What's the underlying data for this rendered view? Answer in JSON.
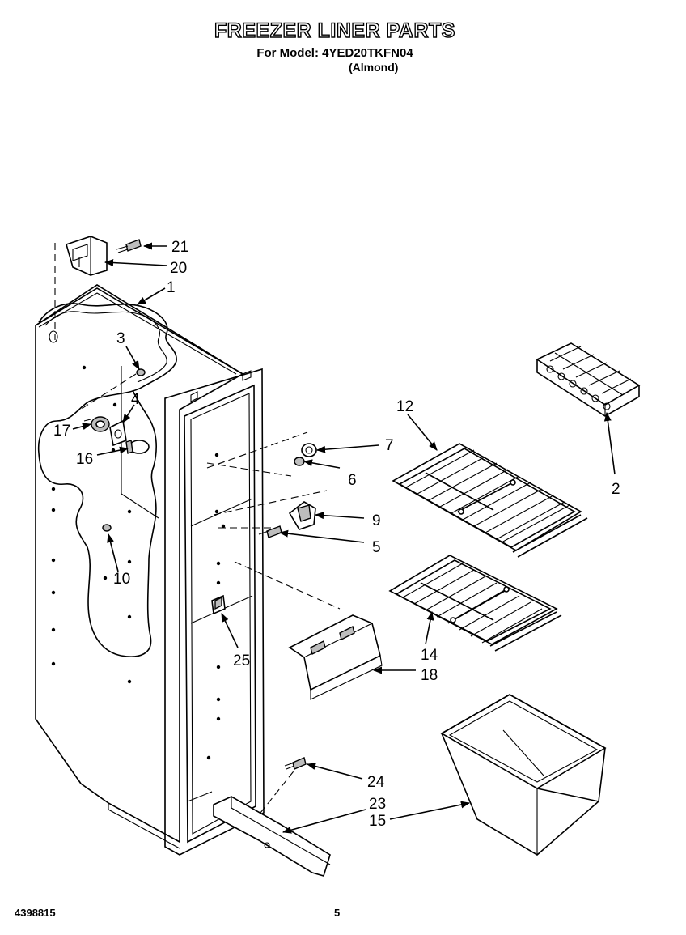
{
  "header": {
    "title": "FREEZER LINER PARTS",
    "model": "For Model: 4YED20TKFN04",
    "color": "(Almond)"
  },
  "footer": {
    "doc_number": "4398815",
    "page_number": "5"
  },
  "callouts": {
    "c1": "1",
    "c2": "2",
    "c3": "3",
    "c4": "4",
    "c5": "5",
    "c6": "6",
    "c7": "7",
    "c9": "9",
    "c10": "10",
    "c12": "12",
    "c14": "14",
    "c15": "15",
    "c16": "16",
    "c17": "17",
    "c18": "18",
    "c20": "20",
    "c21": "21",
    "c23": "23",
    "c24": "24",
    "c25": "25"
  }
}
